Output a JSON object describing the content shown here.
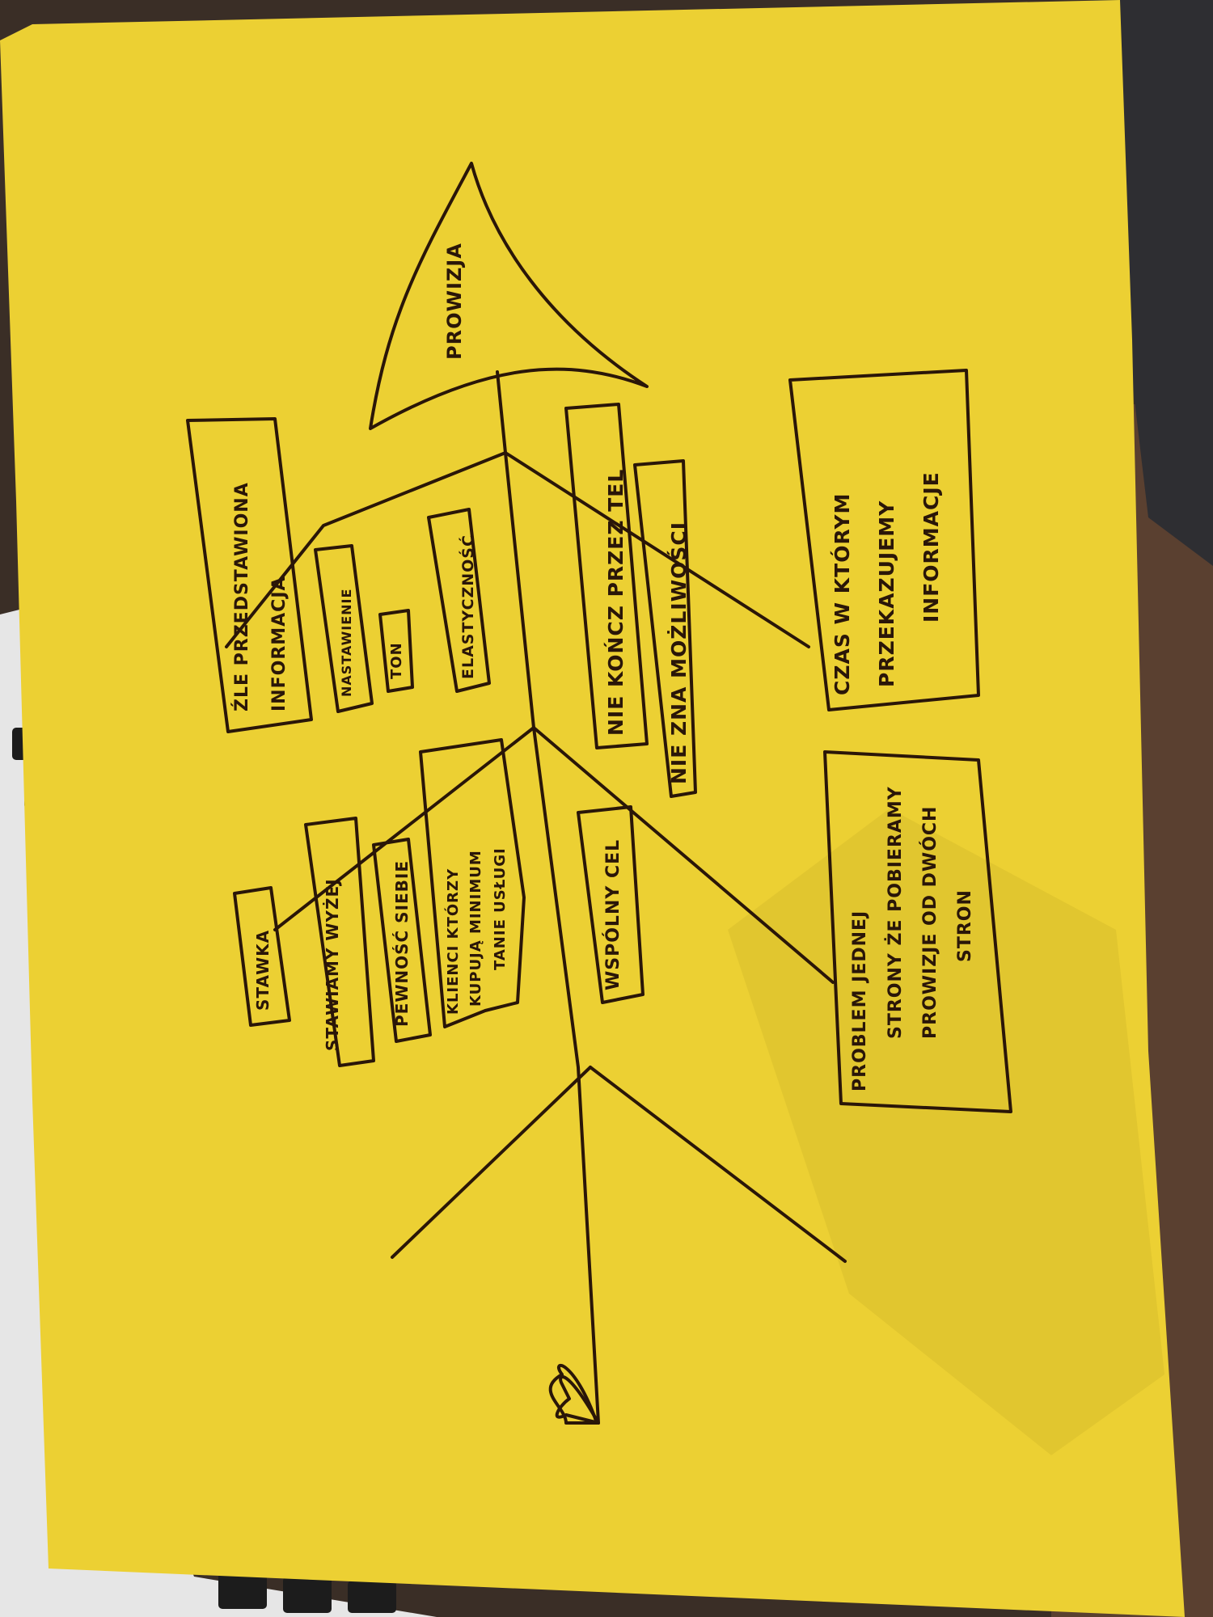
{
  "diagram": {
    "head_label": "PROWIZJA",
    "causes": {
      "zle_przedstawiona": [
        "ŹLE PRZEDSTAWIONA",
        "INFORMACJA"
      ],
      "nastawienie": "NASTAWIENIE",
      "ton": "TON",
      "elastycznosc": "ELASTYCZNOŚĆ",
      "nie_konic_przez_tel": "NIE KOŃCZ PRZEZ TEL",
      "nie_zna_mozliwosci": "NIE ZNA MOŻLIWOŚCI",
      "czas": [
        "CZAS W KTÓRYM",
        "PRZEKAZUJEMY",
        "INFORMACJE"
      ],
      "stawka": "STAWKA",
      "stawiamy_wyzej": "STAWIAMY WYŻEJ",
      "pewnosc_siebie": "PEWNOŚĆ SIEBIE",
      "klienci": [
        "KLIENCI KTÓRZY",
        "KUPUJĄ MINIMUM",
        "TANIE USŁUGI"
      ],
      "wspolny_cel": "WSPÓLNY CEL",
      "problem": [
        "PROBLEM JEDNEJ",
        "STRONY ŻE POBIERAMY",
        "PROWIZJE OD DWÓCH",
        "STRON"
      ]
    }
  },
  "colors": {
    "paper": "#ecd033",
    "ink": "#2a1608",
    "desk": "#5a4030",
    "keyboard": "#e6e6e6",
    "cushion": "#2e2e32"
  }
}
